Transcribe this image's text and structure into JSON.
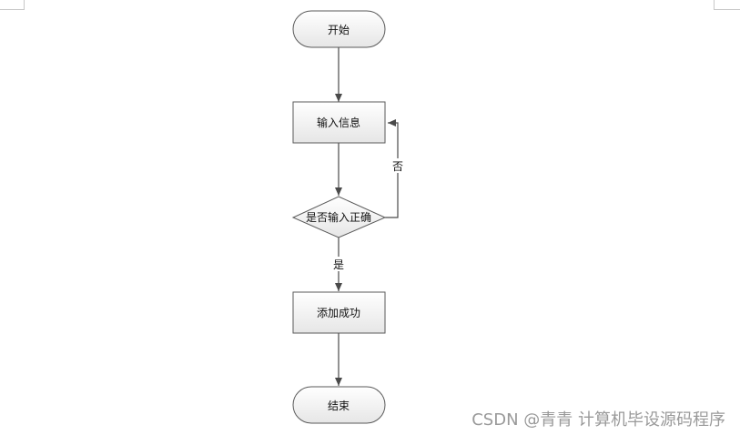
{
  "flowchart": {
    "nodes": {
      "start": "开始",
      "input": "输入信息",
      "decision": "是否输入正确",
      "success": "添加成功",
      "end": "结束"
    },
    "edges": {
      "no_label": "否",
      "yes_label": "是"
    }
  },
  "watermark": "CSDN @青青  计算机毕设源码程序",
  "colors": {
    "node_stroke": "#5a5a5a",
    "node_fill_top": "#ffffff",
    "node_fill_bottom": "#e9e9e9",
    "edge": "#4a4a4a",
    "text": "#111111",
    "watermark": "#9a9a9a"
  }
}
